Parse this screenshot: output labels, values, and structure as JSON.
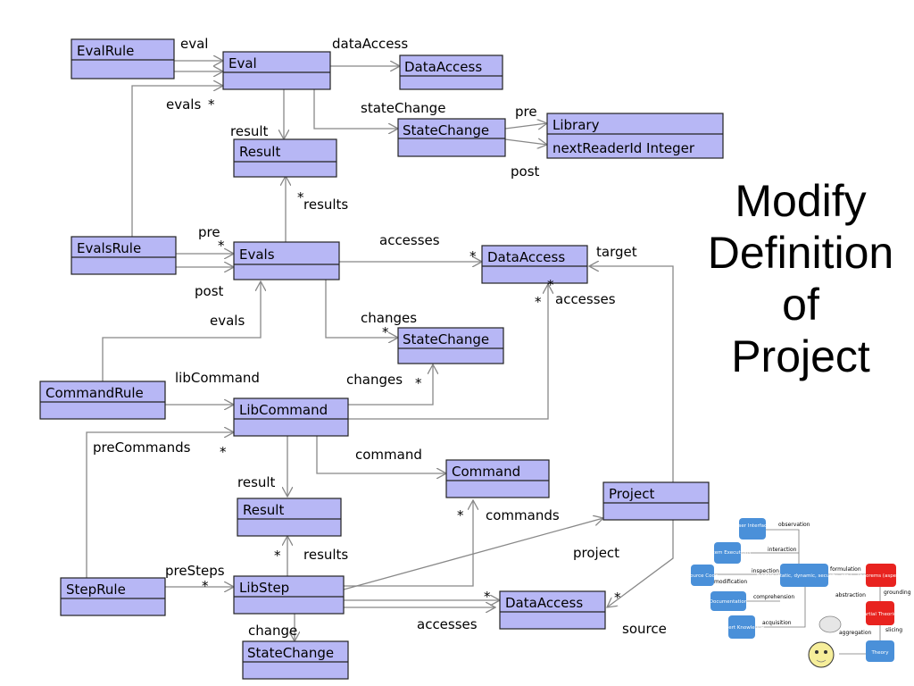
{
  "title_lines": [
    "Modify",
    "Definition",
    "of",
    "Project"
  ],
  "classes": {
    "EvalRule": "EvalRule",
    "Eval": "Eval",
    "DataAccess1": "DataAccess",
    "StateChange1": "StateChange",
    "Library": "Library",
    "nextReaderId": "nextReaderId Integer",
    "Result1": "Result",
    "EvalsRule": "EvalsRule",
    "Evals": "Evals",
    "DataAccess2": "DataAccess",
    "StateChange2": "StateChange",
    "CommandRule": "CommandRule",
    "LibCommand": "LibCommand",
    "Command": "Command",
    "Project": "Project",
    "Result2": "Result",
    "StepRule": "StepRule",
    "LibStep": "LibStep",
    "DataAccess3": "DataAccess",
    "StateChange3": "StateChange"
  },
  "labels": {
    "eval": "eval",
    "dataAccess": "dataAccess",
    "evals_top": "evals",
    "result_top": "result",
    "stateChange": "stateChange",
    "pre_top": "pre",
    "post_top": "post",
    "results_top": "results",
    "pre_mid": "pre",
    "post_mid": "post",
    "accesses_mid": "accesses",
    "target": "target",
    "accesses_right": "accesses",
    "evals_mid": "evals",
    "changes_top": "changes",
    "libCommand": "libCommand",
    "changes_bot": "changes",
    "preCommands": "preCommands",
    "command": "command",
    "result_bot": "result",
    "commands": "commands",
    "results_bot": "results",
    "project": "project",
    "preSteps": "preSteps",
    "change": "change",
    "accesses_bot": "accesses",
    "source": "source",
    "star": "*"
  },
  "thumbnail": {
    "nodes": {
      "user_interface": "User Interface",
      "system_executions": "System Executions",
      "source_code": "Source Code",
      "models": "Models (static, dynamic, security, etc.)",
      "documentation": "Documentation",
      "expert_knowledge": "Expert Knowledge",
      "theorems": "Theorems (aspects)",
      "partial_theories": "Partial Theories",
      "theory": "Theory"
    },
    "edges": {
      "observation": "observation",
      "interaction": "interaction",
      "inspection": "inspection",
      "modification": "modification",
      "comprehension": "comprehension",
      "acquisition": "acquisition",
      "formulation": "formulation",
      "abstraction": "abstraction",
      "grounding": "grounding",
      "slicing": "slicing",
      "aggregation": "aggregation"
    },
    "colors": {
      "blue": "#4a90d9",
      "red": "#e8231f"
    }
  }
}
